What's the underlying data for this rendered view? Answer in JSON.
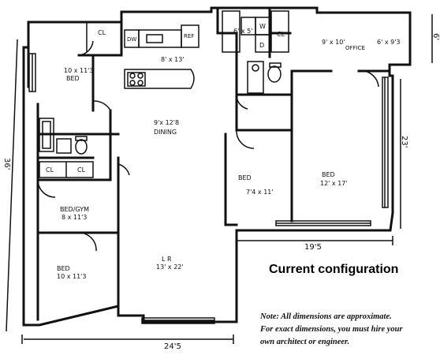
{
  "caption": "Current configuration",
  "note": [
    "Note: All dimensions are approximate.",
    "For exact dimensions, you must hire your",
    "own architect or engineer."
  ],
  "rooms": {
    "bed_top_left": {
      "name": "BED",
      "size": "10 x 11'3"
    },
    "closet_top": {
      "name": "CL"
    },
    "dishwasher": {
      "name": "DW"
    },
    "refrigerator": {
      "name": "REF"
    },
    "kitchen": {
      "size": "8' x 13'"
    },
    "dining": {
      "name": "DINING",
      "size": "9'x 12'8"
    },
    "closet_pair": {
      "left": "CL",
      "right": "CL"
    },
    "bed_gym": {
      "name": "BED/GYM",
      "size": "8 x 11'3"
    },
    "bed_bottom_left": {
      "name": "BED",
      "size": "10 x 11'3"
    },
    "living_room": {
      "name": "L R",
      "size": "13' x 22'"
    },
    "entry_closet": {
      "size": "6' x 5'"
    },
    "washer": {
      "name": "W"
    },
    "dryer": {
      "name": "D"
    },
    "closet_upper_right": {
      "name": "CL"
    },
    "office": {
      "name": "OFFICE",
      "size_left": "9' x 10'",
      "size_right": "6' x 9'3"
    },
    "bed_middle": {
      "name": "BED",
      "size": "7'4 x 11'"
    },
    "bed_right": {
      "name": "BED",
      "size": "12' x 17'"
    }
  },
  "dimensions": {
    "overall_width": "24'5",
    "overall_depth": "36'",
    "right_width": "19'5",
    "right_depth": "23'",
    "top_right": "6'"
  }
}
